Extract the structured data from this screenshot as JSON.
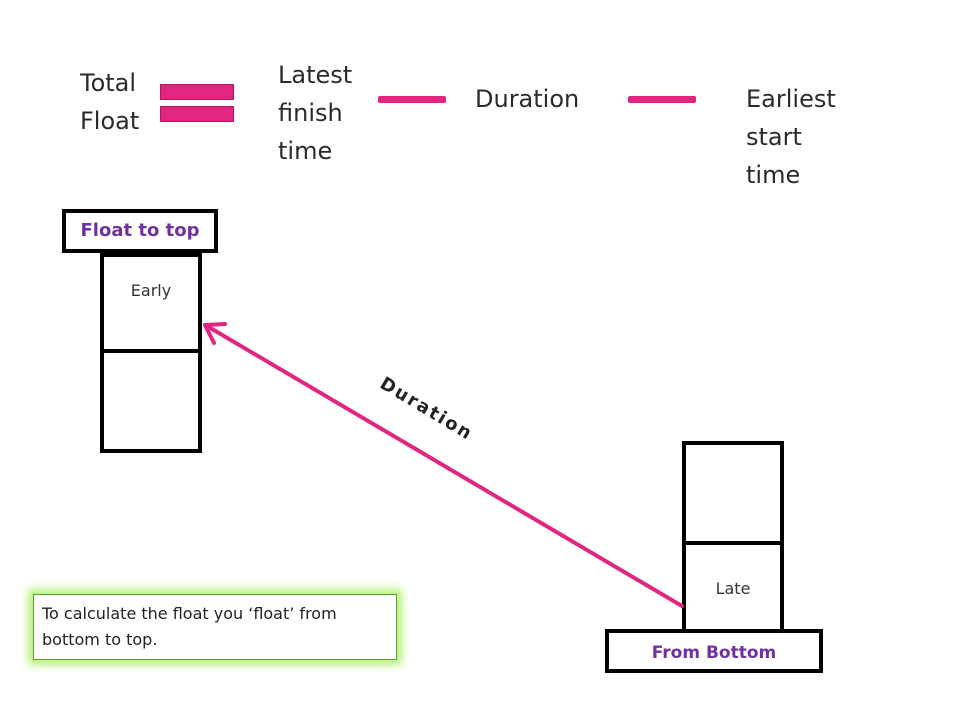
{
  "formula": {
    "total_float": "Total\nFloat",
    "latest_finish_time": "Latest\nfinish\ntime",
    "duration": "Duration",
    "earliest_start_time": "Earliest\nstart\ntime",
    "equals_color": "#e0267f",
    "minus_color": "#e0267f"
  },
  "top_node": {
    "header": "Float to top",
    "cell_top": "Early",
    "cell_bottom": ""
  },
  "bottom_node": {
    "footer": "From Bottom",
    "cell_top": "",
    "cell_bottom": "Late"
  },
  "arrow": {
    "label": "Duration",
    "color": "#e0267f"
  },
  "note": {
    "text": "To calculate the float you ‘float’ from bottom to top."
  }
}
